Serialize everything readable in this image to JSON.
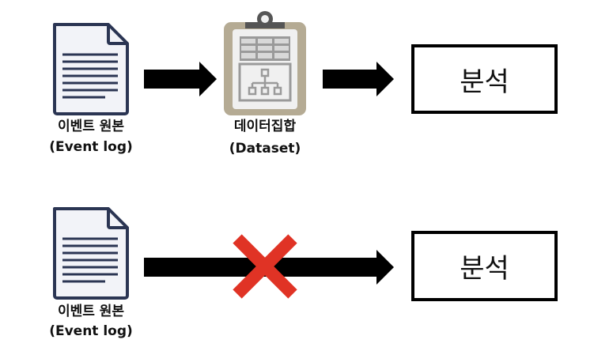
{
  "colors": {
    "doc_stroke": "#2b3553",
    "doc_fill": "#f2f3f8",
    "clipboard_board": "#b5ab94",
    "clipboard_paper": "#f0f0f0",
    "clipboard_clip": "#555555",
    "clipboard_grid": "#9a9a9a",
    "arrow": "#000000",
    "cross": "#e03325"
  },
  "row1": {
    "source": {
      "icon": "document-icon",
      "label_ko": "이벤트 원본",
      "label_en": "(Event log)"
    },
    "dataset": {
      "icon": "clipboard-dataset-icon",
      "label_ko": "데이터집합",
      "label_en": "(Dataset)"
    },
    "target": {
      "label": "분석"
    }
  },
  "row2": {
    "source": {
      "icon": "document-icon",
      "label_ko": "이벤트 원본",
      "label_en": "(Event log)"
    },
    "blocked_marker": "cross-icon",
    "target": {
      "label": "분석"
    }
  }
}
